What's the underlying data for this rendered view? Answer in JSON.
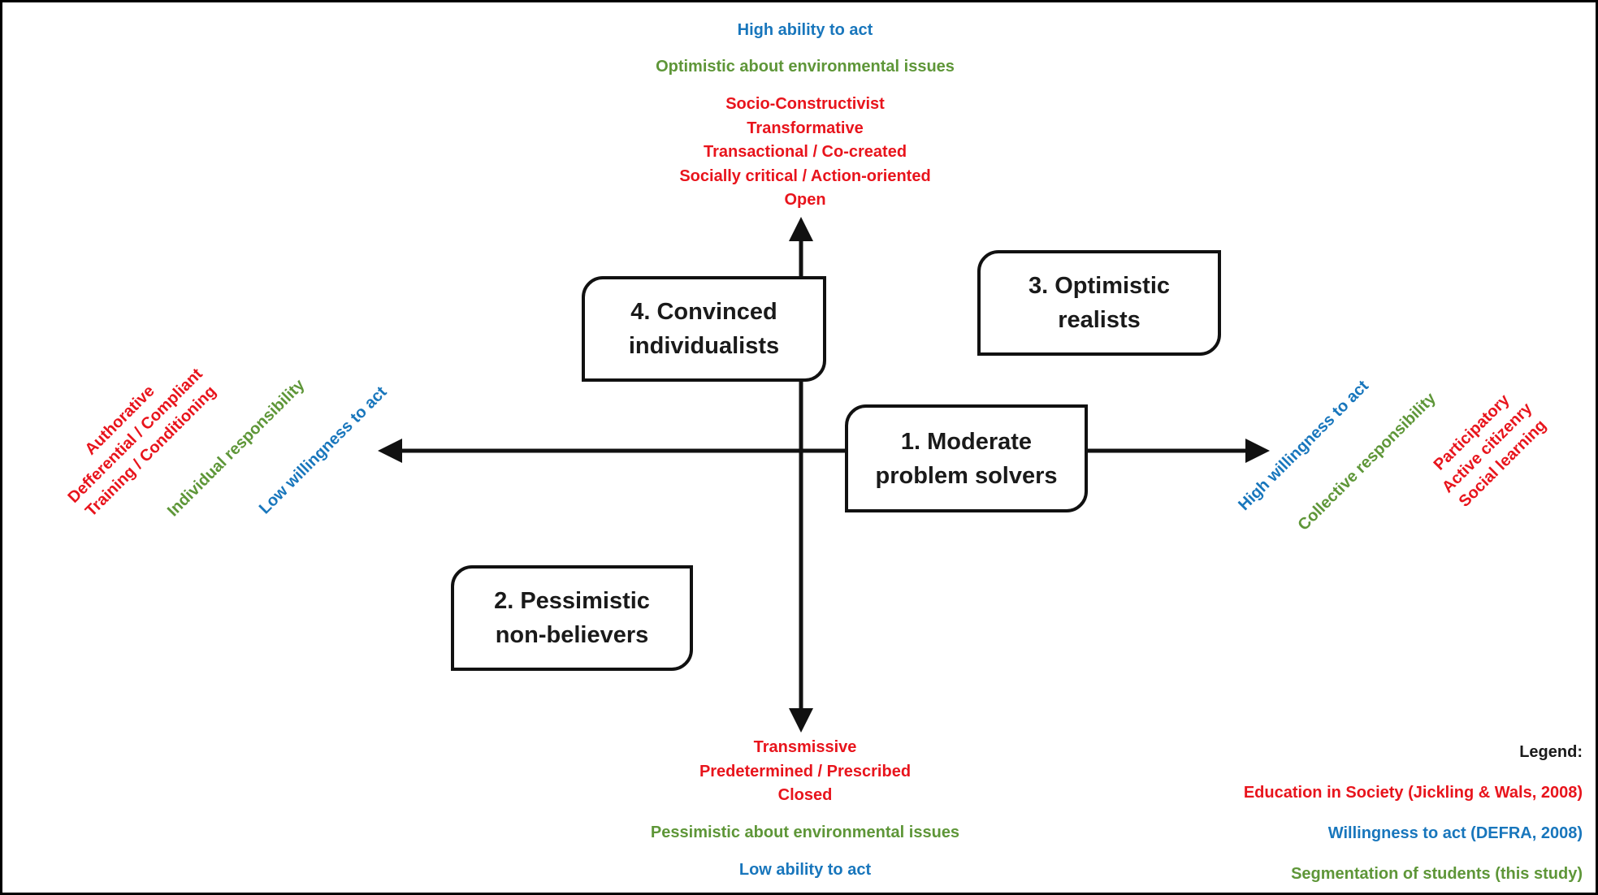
{
  "colors": {
    "red": "#E8141C",
    "blue": "#1876BC",
    "green": "#5E9638",
    "axis_black": "#111111"
  },
  "axes": {
    "top": {
      "ability": "High ability to act",
      "outlook": "Optimistic about environmental issues",
      "education_lines": [
        "Socio-Constructivist",
        "Transformative",
        "Transactional / Co-created",
        "Socially critical / Action-oriented",
        "Open"
      ]
    },
    "bottom": {
      "education_lines": [
        "Transmissive",
        "Predetermined / Prescribed",
        "Closed"
      ],
      "outlook": "Pessimistic about environmental issues",
      "ability": "Low ability to act"
    },
    "left": {
      "education_lines": [
        "Authorative",
        "Defferential / Compliant",
        "Training / Conditioning"
      ],
      "responsibility": "Individual responsibility",
      "willingness": "Low willingness to act"
    },
    "right": {
      "willingness": "High willingness to act",
      "responsibility": "Collective responsibility",
      "education_lines": [
        "Participatory",
        "Active citizenry",
        "Social learning"
      ]
    }
  },
  "segments": [
    {
      "lines": [
        "1. Moderate",
        "problem solvers"
      ]
    },
    {
      "lines": [
        "2. Pessimistic",
        "non-believers"
      ]
    },
    {
      "lines": [
        "3. Optimistic",
        "realists"
      ]
    },
    {
      "lines": [
        "4. Convinced",
        "individualists"
      ]
    }
  ],
  "legend": {
    "title": "Legend:",
    "items": [
      {
        "label": "Education in Society (Jickling & Wals, 2008)",
        "color": "red"
      },
      {
        "label": "Willingness to act (DEFRA, 2008)",
        "color": "blue"
      },
      {
        "label": "Segmentation of students (this study)",
        "color": "green"
      }
    ]
  }
}
